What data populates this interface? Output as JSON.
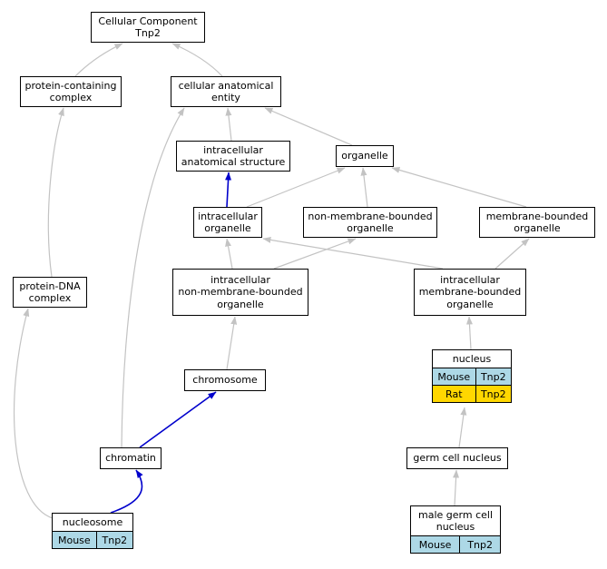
{
  "graph": {
    "title": "Cellular Component Tnp2"
  },
  "colors": {
    "mouse_row": "#add8e6",
    "rat_row": "#ffd700",
    "edge_isa": "#c3c3c3",
    "edge_partof": "#0000cc",
    "node_border": "#000000",
    "node_background": "#ffffff"
  },
  "nodes": {
    "root": {
      "label": "Cellular Component\nTnp2"
    },
    "protein_containing_complex": {
      "label": "protein-containing\ncomplex"
    },
    "cellular_anatomical_entity": {
      "label": "cellular anatomical\nentity"
    },
    "intracellular_anatomical_structure": {
      "label": "intracellular\nanatomical structure"
    },
    "organelle": {
      "label": "organelle"
    },
    "intracellular_organelle": {
      "label": "intracellular\norganelle"
    },
    "non_membrane_bounded_organelle": {
      "label": "non-membrane-bounded\norganelle"
    },
    "membrane_bounded_organelle": {
      "label": "membrane-bounded\norganelle"
    },
    "protein_dna_complex": {
      "label": "protein-DNA\ncomplex"
    },
    "intracellular_non_membrane_bounded_organelle": {
      "label": "intracellular\nnon-membrane-bounded\norganelle"
    },
    "intracellular_membrane_bounded_organelle": {
      "label": "intracellular\nmembrane-bounded\norganelle"
    },
    "nucleus": {
      "label": "nucleus",
      "annotations": [
        {
          "species": "Mouse",
          "gene": "Tnp2"
        },
        {
          "species": "Rat",
          "gene": "Tnp2"
        }
      ]
    },
    "chromosome": {
      "label": "chromosome"
    },
    "germ_cell_nucleus": {
      "label": "germ cell nucleus"
    },
    "chromatin": {
      "label": "chromatin"
    },
    "nucleosome": {
      "label": "nucleosome",
      "annotations": [
        {
          "species": "Mouse",
          "gene": "Tnp2"
        }
      ]
    },
    "male_germ_cell_nucleus": {
      "label": "male germ cell\nnucleus",
      "annotations": [
        {
          "species": "Mouse",
          "gene": "Tnp2"
        }
      ]
    }
  }
}
